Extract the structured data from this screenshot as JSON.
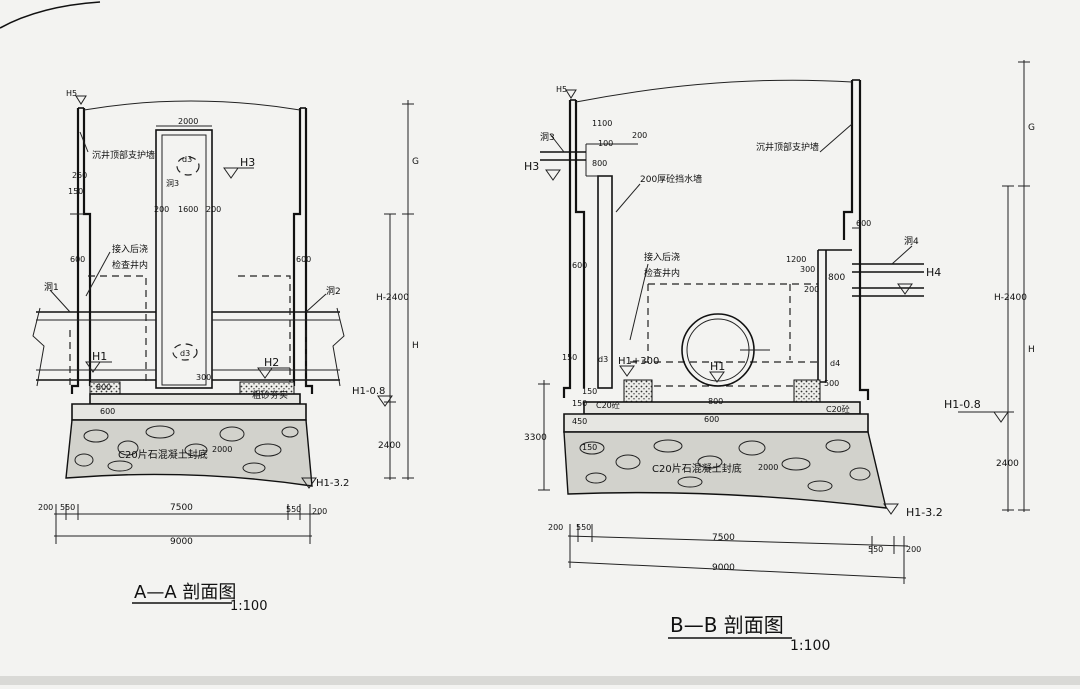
{
  "a_section": {
    "title": "A—A 剖面图",
    "scale": "1:100",
    "labels": {
      "h5": "H5",
      "wall": "沉井顶部支护墙",
      "d3_top": "d3",
      "hole3": "洞3",
      "h3": "H3",
      "dim_2000": "2000",
      "dim_200a": "200",
      "dim_1600": "1600",
      "dim_200b": "200",
      "dim_250": "250",
      "dim_150": "150",
      "dim_600l": "600",
      "dim_600r": "600",
      "connect_1": "接入后浇",
      "connect_2": "检查井内",
      "hole1": "洞1",
      "hole2": "洞2",
      "h1": "H1",
      "h2": "H2",
      "d3_bot": "d3",
      "dim_300": "300",
      "sand": "粗砂夯实",
      "dim_800": "800",
      "dim_600b": "600",
      "c20": "C20片石混凝土封底",
      "dim_2000v": "2000",
      "g": "G",
      "h_2400": "H-2400",
      "h": "H",
      "h1_08": "H1-0.8",
      "dim_2400": "2400",
      "h1_32": "H1-3.2",
      "b200l": "200",
      "b550l": "550",
      "b7500": "7500",
      "b550r": "550",
      "b200r": "200",
      "b9000": "9000"
    }
  },
  "b_section": {
    "title": "B—B 剖面图",
    "scale": "1:100",
    "labels": {
      "h5": "H5",
      "dim_1100": "1100",
      "dim_200": "200",
      "dim_100": "100",
      "hole3": "洞3",
      "h3": "H3",
      "dim_800t": "800",
      "wall": "沉井顶部支护墙",
      "retain": "200厚砼挡水墙",
      "dim_600t": "600",
      "dim_600l": "600",
      "hole4": "洞4",
      "dim_1200": "1200",
      "dim_300": "300",
      "h4": "H4",
      "dim_800m": "800",
      "dim_200m": "200",
      "connect_1": "接入后浇",
      "connect_2": "检查井内",
      "d3": "d3",
      "h1_300": "H1+300",
      "h1": "H1",
      "d4": "d4",
      "dim_500": "500",
      "dim_150a": "150",
      "dim_150b": "150",
      "dim_150c": "150",
      "dim_450": "450",
      "dim_150d": "150",
      "dim_3300": "3300",
      "c20_l": "C20砼",
      "c20_r": "C20砼",
      "dim_600b": "600",
      "dim_800b": "800",
      "c20": "C20片石混凝土封底",
      "dim_2000v": "2000",
      "g": "G",
      "h_2400": "H-2400",
      "h": "H",
      "h1_08": "H1-0.8",
      "dim_2400": "2400",
      "h1_32": "H1-3.2",
      "b200l": "200",
      "b550l": "550",
      "b7500": "7500",
      "b550r": "550",
      "b200r": "200",
      "b9000": "9000"
    }
  }
}
